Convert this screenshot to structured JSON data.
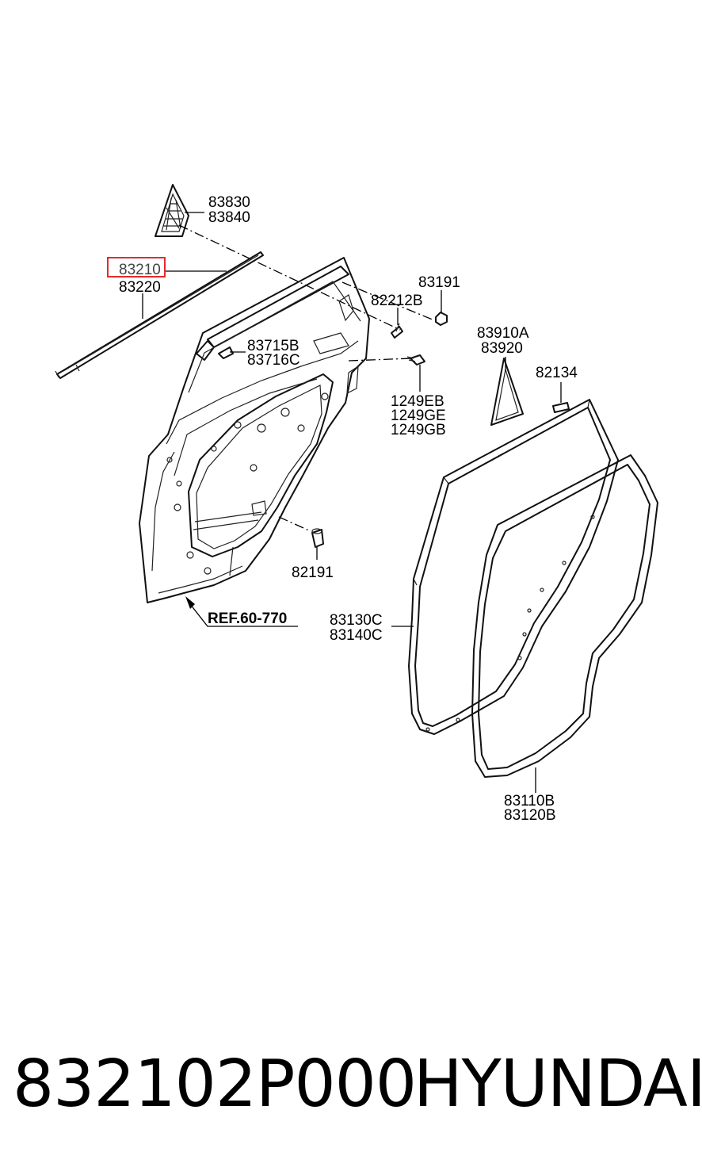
{
  "labels": {
    "p83830": "83830",
    "p83840": "83840",
    "p83210": "83210",
    "p83220": "83220",
    "p83191": "83191",
    "p82212B": "82212B",
    "p83715B": "83715B",
    "p83716C": "83716C",
    "p1249EB": "1249EB",
    "p1249GE": "1249GE",
    "p1249GB": "1249GB",
    "p83910A": "83910A",
    "p83920": "83920",
    "p82134": "82134",
    "p82191": "82191",
    "p83130C": "83130C",
    "p83140C": "83140C",
    "p83110B": "83110B",
    "p83120B": "83120B",
    "ref": "REF.60-770"
  },
  "highlight": {
    "part": "83210",
    "color": "#e52a2a"
  },
  "footer": {
    "part_number": "832102P000",
    "brand": "HYUNDAI"
  }
}
